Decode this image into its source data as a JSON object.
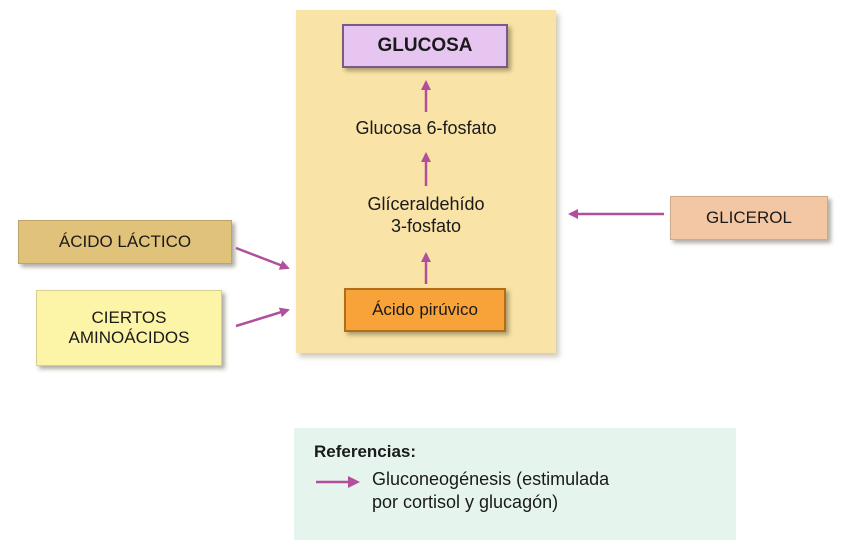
{
  "nodes": {
    "glucosa": "GLUCOSA",
    "glucosa_6_fosfato": "Glucosa 6-fosfato",
    "gliceraldehido_3_fosfato": "Glíceraldehído\n3-fosfato",
    "acido_piruvico": "Ácido pirúvico",
    "acido_lactico": "ÁCIDO LÁCTICO",
    "ciertos_aminoacidos": "CIERTOS\nAMINOÁCIDOS",
    "glicerol": "GLICEROL"
  },
  "legend": {
    "title": "Referencias:",
    "description": "Gluconeogénesis (estimulada\npor cortisol y glucagón)"
  },
  "colors": {
    "arrow": "#b24f9c",
    "panel": "#f9e3a6",
    "glucosa": "#e6c6f0",
    "piruvico": "#f7a33a",
    "lactico": "#e0c27a",
    "aminoacidos": "#fcf4a6",
    "glicerol": "#f3c7a4",
    "legend_bg": "#e6f4ee"
  }
}
